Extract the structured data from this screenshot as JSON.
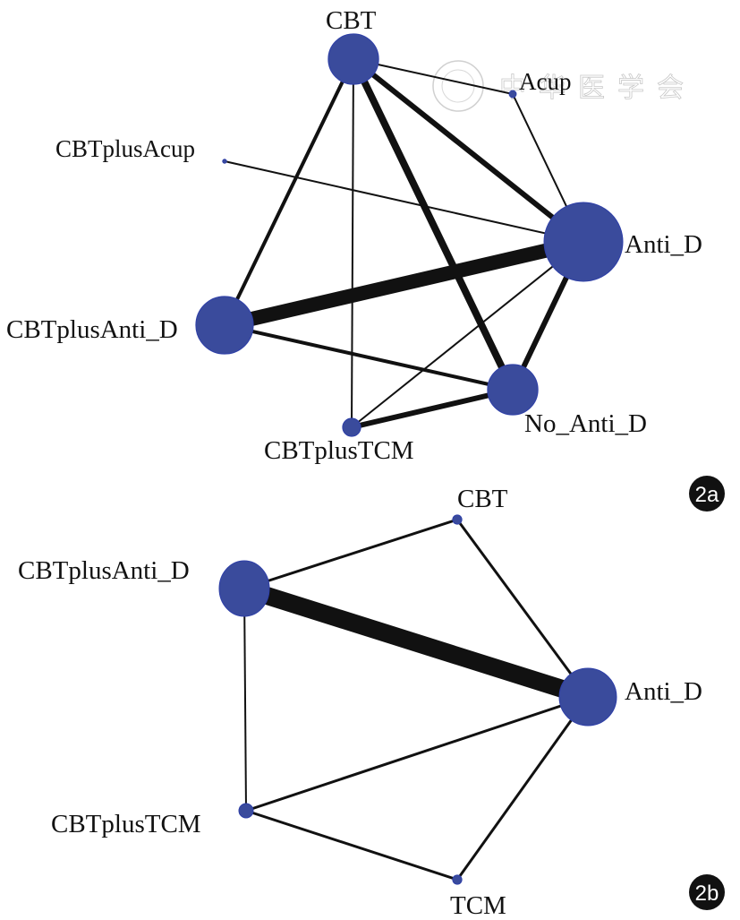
{
  "figure": {
    "watermark": "中华医学会",
    "panels": [
      {
        "id": "2a",
        "badge": "2a",
        "nodes": [
          {
            "id": "CBT",
            "label": "CBT",
            "size": 0.64
          },
          {
            "id": "Acup",
            "label": "Acup",
            "size": 0.09
          },
          {
            "id": "CBTplusAcup",
            "label": "CBTplusAcup",
            "size": 0.05
          },
          {
            "id": "Anti_D",
            "label": "Anti_D",
            "size": 1.0
          },
          {
            "id": "CBTplusAnti_D",
            "label": "CBTplusAnti_D",
            "size": 0.73
          },
          {
            "id": "No_Anti_D",
            "label": "No_Anti_D",
            "size": 0.64
          },
          {
            "id": "CBTplusTCM",
            "label": "CBTplusTCM",
            "size": 0.23
          }
        ],
        "edges": [
          {
            "from": "CBT",
            "to": "Acup",
            "weight": 1
          },
          {
            "from": "CBT",
            "to": "Anti_D",
            "weight": 3
          },
          {
            "from": "CBT",
            "to": "No_Anti_D",
            "weight": 4
          },
          {
            "from": "CBT",
            "to": "CBTplusAnti_D",
            "weight": 2
          },
          {
            "from": "CBT",
            "to": "CBTplusTCM",
            "weight": 1
          },
          {
            "from": "Acup",
            "to": "Anti_D",
            "weight": 1
          },
          {
            "from": "CBTplusAcup",
            "to": "Anti_D",
            "weight": 1
          },
          {
            "from": "CBTplusAnti_D",
            "to": "Anti_D",
            "weight": 8
          },
          {
            "from": "CBTplusAnti_D",
            "to": "No_Anti_D",
            "weight": 2
          },
          {
            "from": "Anti_D",
            "to": "No_Anti_D",
            "weight": 3
          },
          {
            "from": "Anti_D",
            "to": "CBTplusTCM",
            "weight": 1
          },
          {
            "from": "CBTplusTCM",
            "to": "No_Anti_D",
            "weight": 3
          }
        ]
      },
      {
        "id": "2b",
        "badge": "2b",
        "nodes": [
          {
            "id": "CBT",
            "label": "CBT",
            "size": 0.16
          },
          {
            "id": "CBTplusAnti_D",
            "label": "CBTplusAnti_D",
            "size": 0.94
          },
          {
            "id": "Anti_D",
            "label": "Anti_D",
            "size": 1.0
          },
          {
            "id": "CBTplusTCM",
            "label": "CBTplusTCM",
            "size": 0.25
          },
          {
            "id": "TCM",
            "label": "TCM",
            "size": 0.16
          }
        ],
        "edges": [
          {
            "from": "CBTplusAnti_D",
            "to": "CBT",
            "weight": 1.5
          },
          {
            "from": "CBT",
            "to": "Anti_D",
            "weight": 1.5
          },
          {
            "from": "CBTplusAnti_D",
            "to": "Anti_D",
            "weight": 10
          },
          {
            "from": "CBTplusAnti_D",
            "to": "CBTplusTCM",
            "weight": 1
          },
          {
            "from": "CBTplusTCM",
            "to": "Anti_D",
            "weight": 1.5
          },
          {
            "from": "CBTplusTCM",
            "to": "TCM",
            "weight": 1.5
          },
          {
            "from": "Anti_D",
            "to": "TCM",
            "weight": 1.5
          }
        ]
      }
    ],
    "colors": {
      "node_fill": "#3a4b9c",
      "node_stroke": "#2e3fa8",
      "edge": "#111111",
      "badge_fill": "#111111"
    }
  }
}
